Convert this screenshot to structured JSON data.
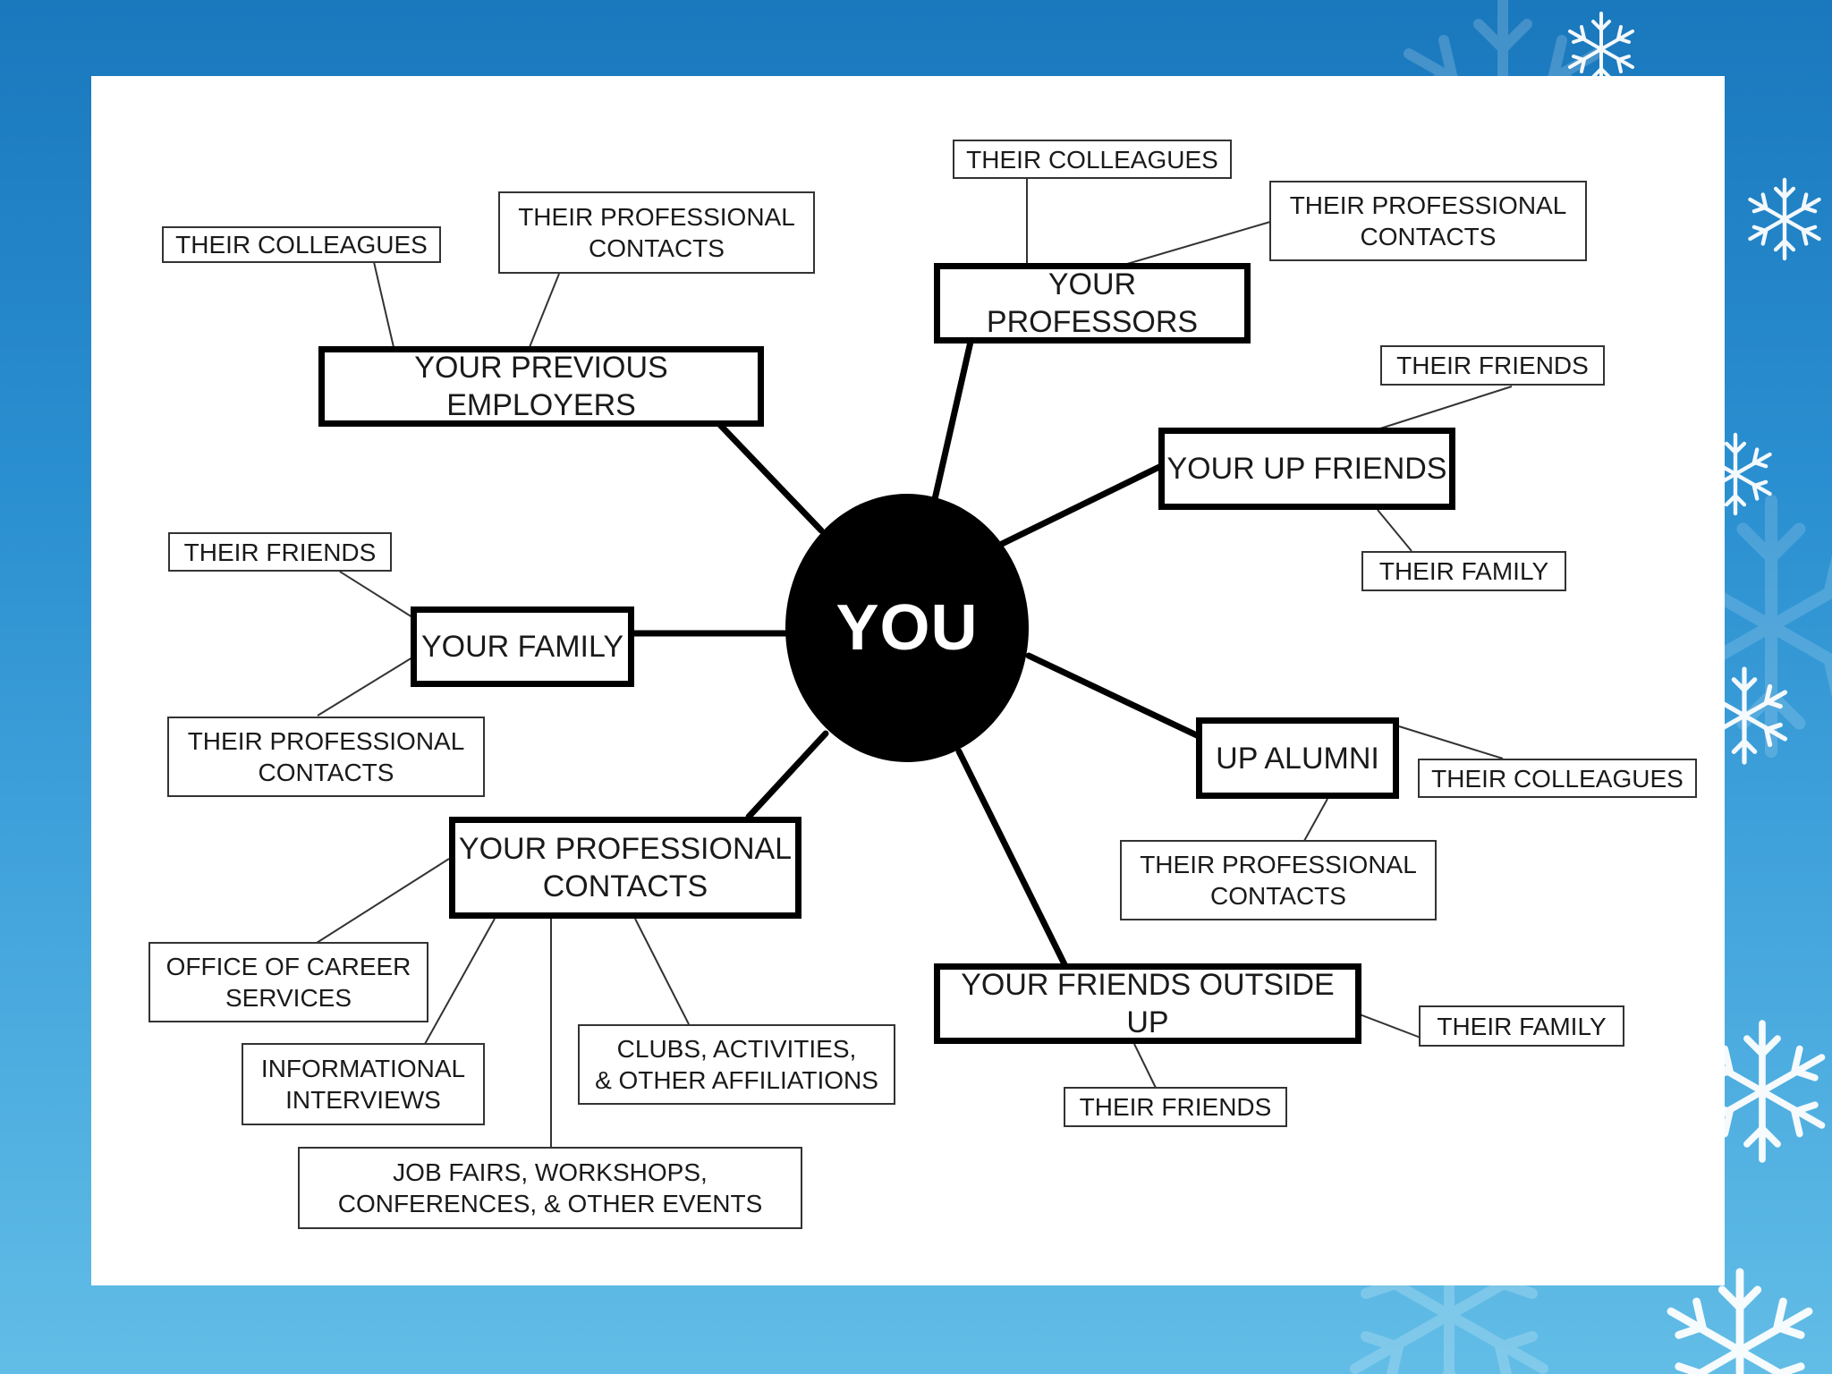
{
  "center": {
    "label": "YOU"
  },
  "primary": {
    "employers": "YOUR PREVIOUS EMPLOYERS",
    "professors": "YOUR PROFESSORS",
    "up_friends": "YOUR UP FRIENDS",
    "family": "YOUR FAMILY",
    "alumni": "UP ALUMNI",
    "prof_contacts": "YOUR PROFESSIONAL\nCONTACTS",
    "friends_outside": "YOUR FRIENDS OUTSIDE UP"
  },
  "secondary": {
    "employers_colleagues": "THEIR COLLEAGUES",
    "employers_contacts": "THEIR PROFESSIONAL\nCONTACTS",
    "professors_colleagues": "THEIR COLLEAGUES",
    "professors_contacts": "THEIR PROFESSIONAL\nCONTACTS",
    "up_friends_friends": "THEIR FRIENDS",
    "up_friends_family": "THEIR FAMILY",
    "family_friends": "THEIR FRIENDS",
    "family_contacts": "THEIR PROFESSIONAL\nCONTACTS",
    "alumni_colleagues": "THEIR COLLEAGUES",
    "alumni_contacts": "THEIR PROFESSIONAL\nCONTACTS",
    "career_office": "OFFICE OF CAREER\nSERVICES",
    "informational": "INFORMATIONAL\nINTERVIEWS",
    "clubs": "CLUBS, ACTIVITIES,\n& OTHER AFFILIATIONS",
    "job_fairs": "JOB FAIRS, WORKSHOPS,\nCONFERENCES, & OTHER EVENTS",
    "outside_family": "THEIR FAMILY",
    "outside_friends": "THEIR FRIENDS"
  }
}
